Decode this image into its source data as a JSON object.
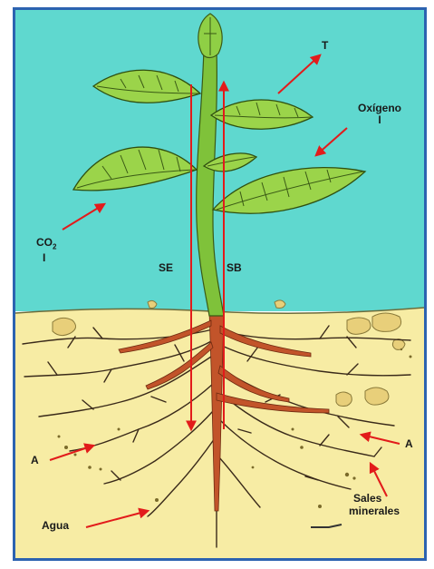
{
  "colors": {
    "sky": "#5fd8cf",
    "soil": "#f7eca4",
    "frame": "#2c63b0",
    "leaf": "#9bd44a",
    "leaf_dark": "#5e9a25",
    "stem": "#7fc23a",
    "root": "#c2542a",
    "arrow": "#e21b1b",
    "rock": "#e8cf7a"
  },
  "labels": {
    "T": "T",
    "oxigeno": "Oxígeno",
    "oxigeno_marker": "I",
    "co2": "CO",
    "co2_sub": "2",
    "co2_marker": "I",
    "se": "SE",
    "sb": "SB",
    "a_left": "A",
    "a_right": "A",
    "agua": "Agua",
    "sales": "Sales",
    "minerales": "minerales"
  },
  "icons": {
    "plant": "plant-with-roots",
    "arrow": "red-arrow"
  }
}
